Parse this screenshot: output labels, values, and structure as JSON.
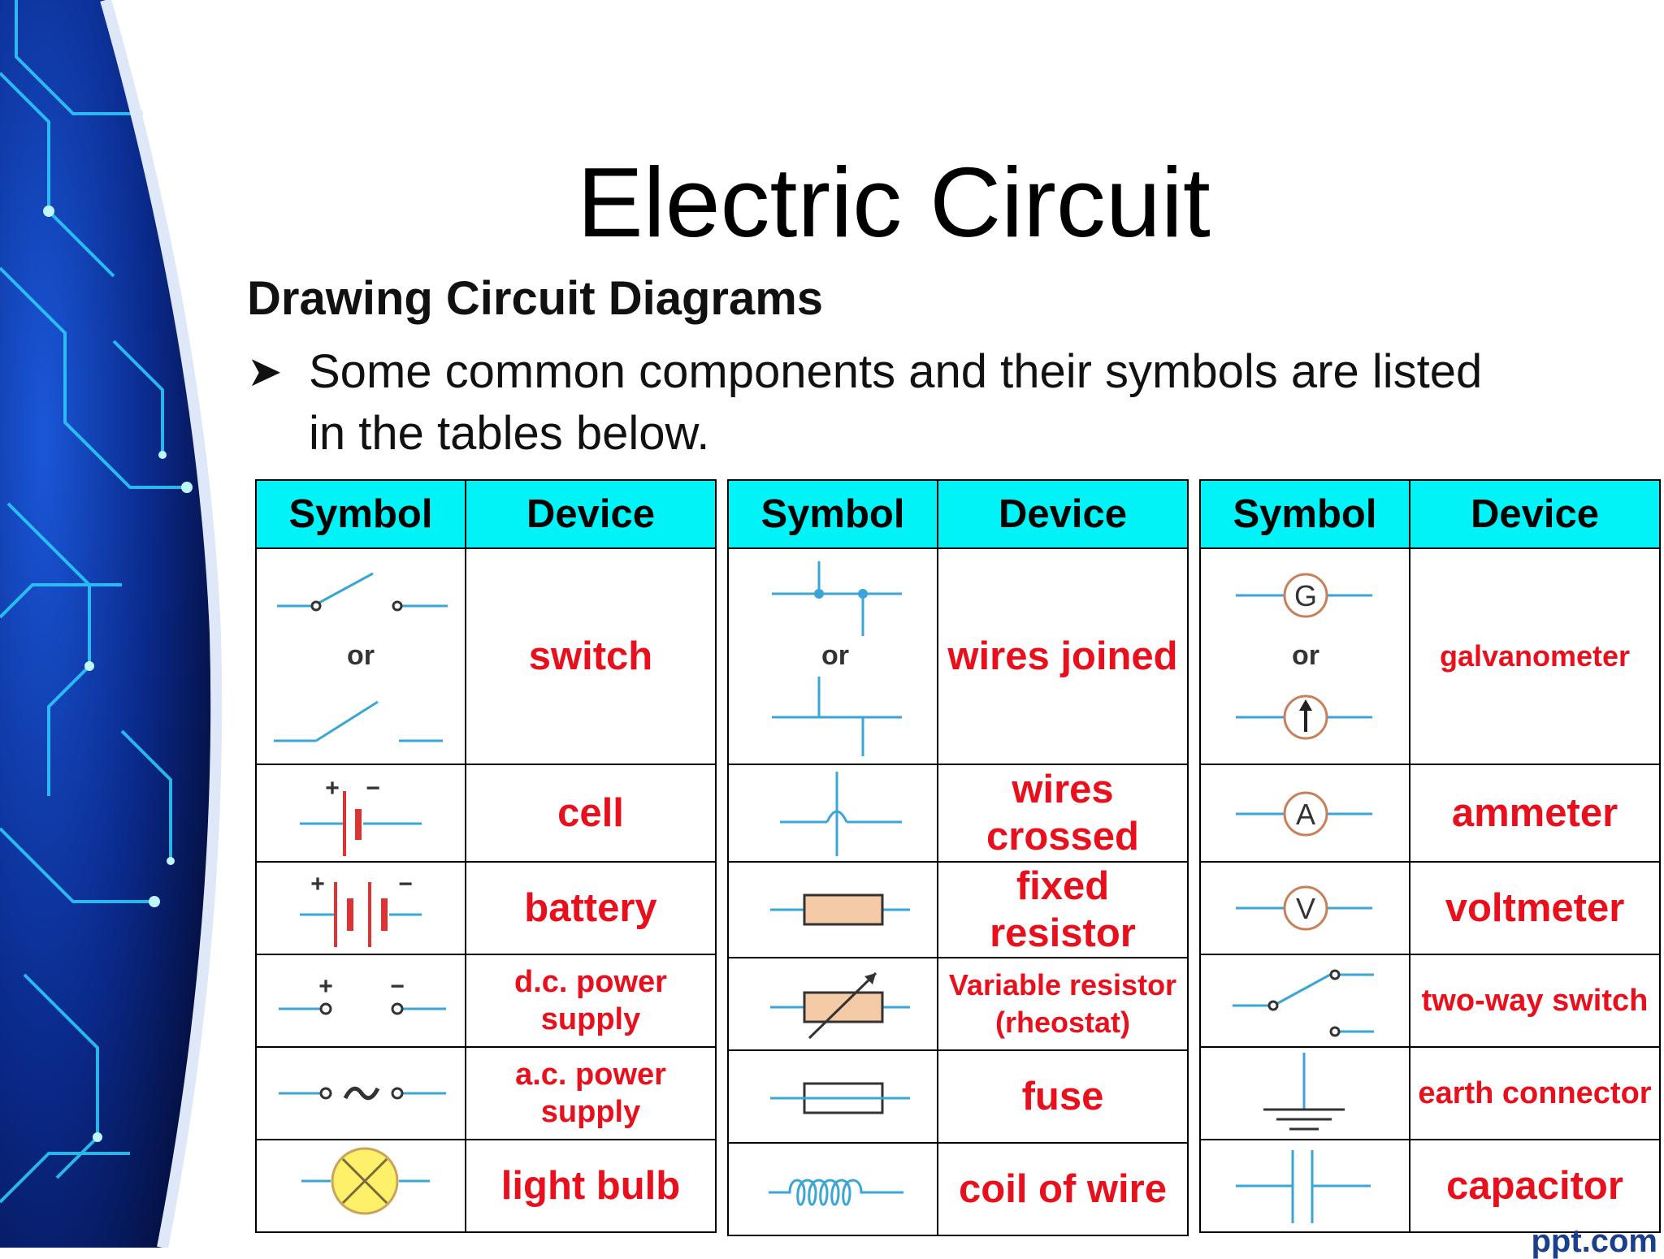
{
  "slide": {
    "title": "Electric Circuit",
    "subtitle": "Drawing Circuit Diagrams",
    "bullet_text": "Some common components and their symbols are listed in the tables below.",
    "bullet_icon": "arrowhead-bullet-icon",
    "corner_text": "ppt.com"
  },
  "colors": {
    "header_bg": "#00f3f6",
    "device_text": "#e8101c",
    "wire": "#3aa5d6",
    "resistor_fill": "#f4cba6",
    "bulb_fill": "#fff06a",
    "panel_bg": "#06124a",
    "panel_glow": "#28c8ff"
  },
  "tables": [
    {
      "header_symbol": "Symbol",
      "header_device": "Device",
      "rows": [
        {
          "icon": "switch-icon",
          "or": "or",
          "device": "switch"
        },
        {
          "icon": "cell-icon",
          "plus": "+",
          "minus": "−",
          "device": "cell"
        },
        {
          "icon": "battery-icon",
          "plus": "+",
          "minus": "−",
          "device": "battery"
        },
        {
          "icon": "dc-power-supply-icon",
          "plus": "+",
          "minus": "−",
          "device": "d.c. power supply"
        },
        {
          "icon": "ac-power-supply-icon",
          "device": "a.c. power supply"
        },
        {
          "icon": "light-bulb-icon",
          "device": "light bulb"
        }
      ]
    },
    {
      "header_symbol": "Symbol",
      "header_device": "Device",
      "rows": [
        {
          "icon": "wires-joined-icon",
          "or": "or",
          "device": "wires joined"
        },
        {
          "icon": "wires-crossed-icon",
          "device": "wires crossed"
        },
        {
          "icon": "fixed-resistor-icon",
          "device": "fixed resistor"
        },
        {
          "icon": "variable-resistor-icon",
          "device": "Variable resistor (rheostat)"
        },
        {
          "icon": "fuse-icon",
          "device": "fuse"
        },
        {
          "icon": "coil-of-wire-icon",
          "device": "coil of wire"
        }
      ]
    },
    {
      "header_symbol": "Symbol",
      "header_device": "Device",
      "rows": [
        {
          "icon": "galvanometer-icon",
          "letter": "G",
          "or": "or",
          "device": "galvanometer"
        },
        {
          "icon": "ammeter-icon",
          "letter": "A",
          "device": "ammeter"
        },
        {
          "icon": "voltmeter-icon",
          "letter": "V",
          "device": "voltmeter"
        },
        {
          "icon": "two-way-switch-icon",
          "device": "two-way switch"
        },
        {
          "icon": "earth-connector-icon",
          "device": "earth connector"
        },
        {
          "icon": "capacitor-icon",
          "device": "capacitor"
        }
      ]
    }
  ]
}
